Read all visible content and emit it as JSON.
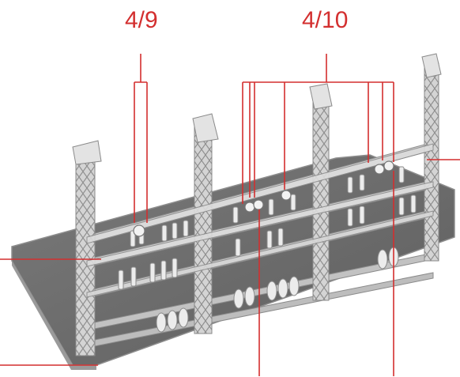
{
  "callouts": [
    {
      "id": "a",
      "label": "4/9"
    },
    {
      "id": "b",
      "label": "4/10"
    }
  ],
  "colors": {
    "leader": "#d32f2f",
    "base_plate": "#6f6f6f",
    "base_plate_edge": "#8d8d8d",
    "frame": "#c9c9c9",
    "frame_shadow": "#8a8a8a",
    "insulator": "#ececec"
  },
  "icons": {
    "model": "catenary-gantry-model"
  }
}
